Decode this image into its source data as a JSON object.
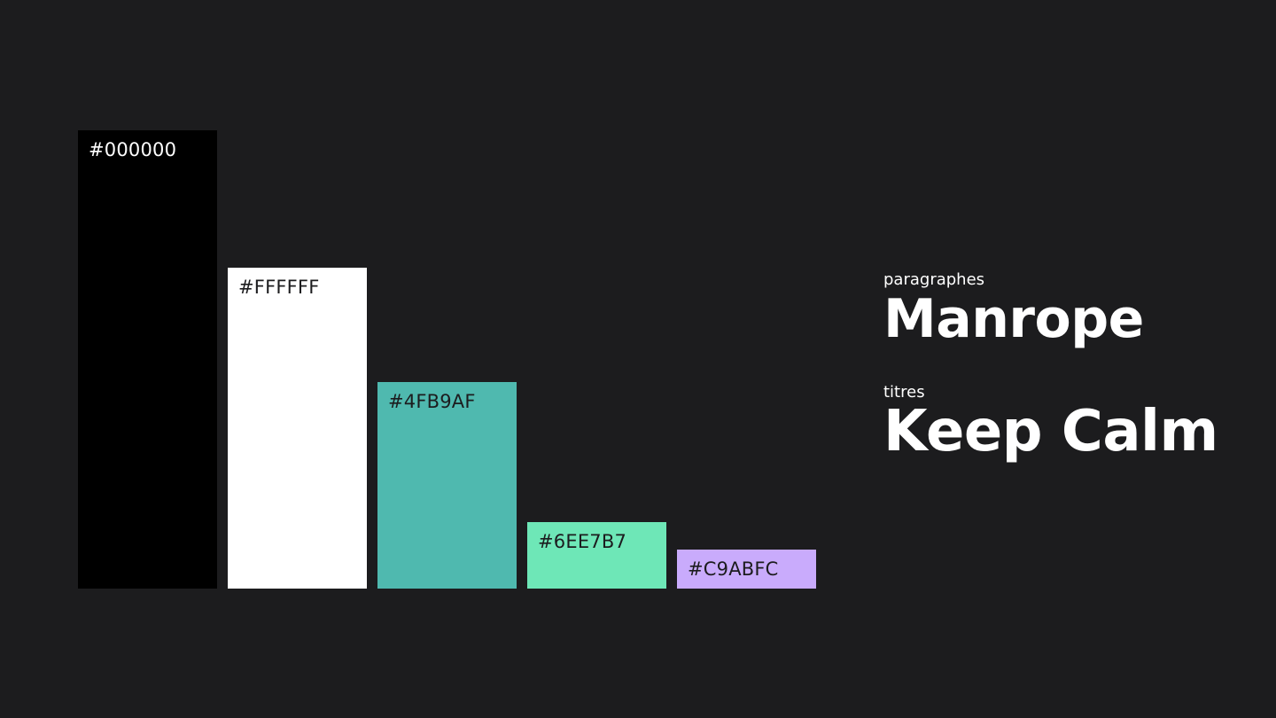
{
  "background": "#1c1c1e",
  "swatches": [
    {
      "hex": "#000000",
      "label": "#000000",
      "text_color": "#ffffff",
      "level": 1.0
    },
    {
      "hex": "#FFFFFF",
      "label": "#FFFFFF",
      "text_color": "#1c1c1e",
      "level": 0.7
    },
    {
      "hex": "#4FB9AF",
      "label": "#4FB9AF",
      "text_color": "#1c1c1e",
      "level": 0.45
    },
    {
      "hex": "#6EE7B7",
      "label": "#6EE7B7",
      "text_color": "#1c1c1e",
      "level": 0.145
    },
    {
      "hex": "#C9ABFC",
      "label": "#C9ABFC",
      "text_color": "#1c1c1e",
      "level": 0.085
    }
  ],
  "fonts": {
    "paragraphs": {
      "caption": "paragraphes",
      "name": "Manrope"
    },
    "titles": {
      "caption": "titres",
      "name": "Keep Calm"
    }
  }
}
